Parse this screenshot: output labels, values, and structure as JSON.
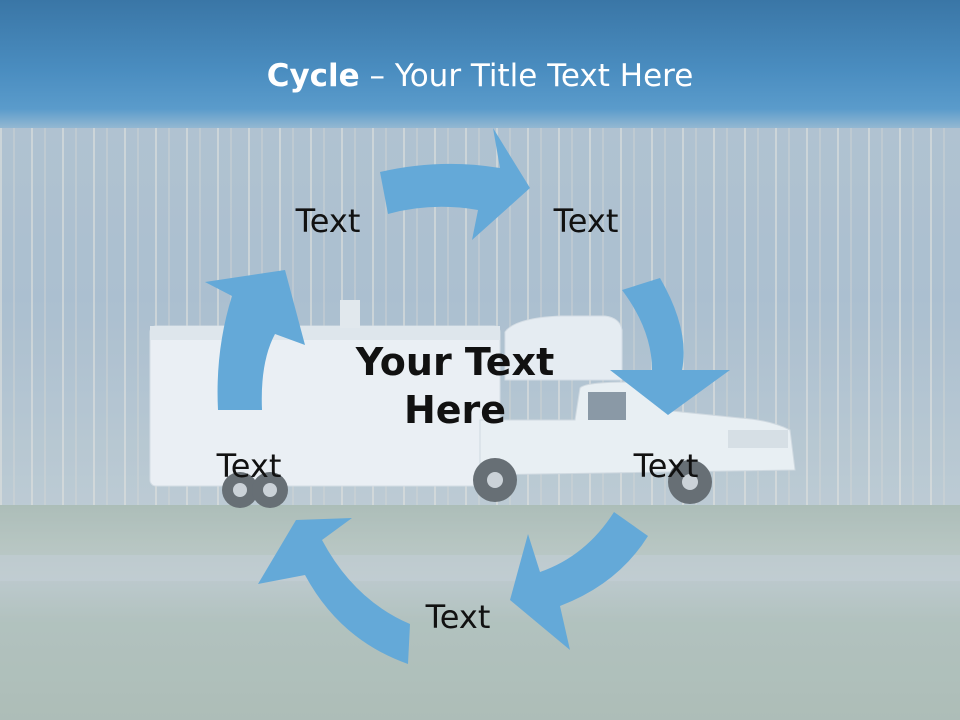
{
  "slide": {
    "title_bold": "Cycle",
    "title_rest": " – Your Title Text Here",
    "center_line1": "Your Text",
    "center_line2": "Here",
    "labels": [
      "Text",
      "Text",
      "Text",
      "Text",
      "Text"
    ]
  },
  "colors": {
    "title_bar": "#4a8dc0",
    "arrow": "#64a9d8",
    "text": "#111111",
    "title_text": "#ffffff"
  }
}
